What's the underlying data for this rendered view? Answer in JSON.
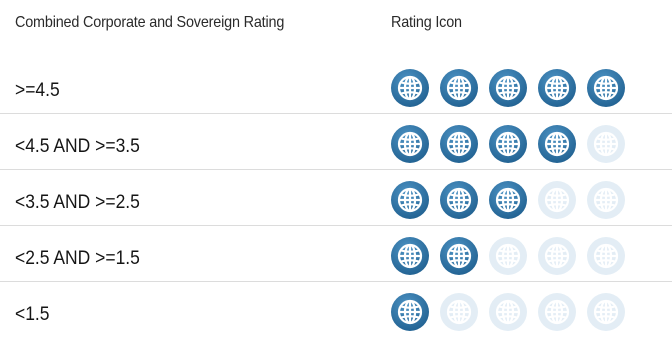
{
  "header": {
    "rating_col": "Combined Corporate and Sovereign Rating",
    "icon_col": "Rating Icon"
  },
  "rows": [
    {
      "label": ">=4.5",
      "filled": 5,
      "total": 5
    },
    {
      "label": "<4.5 AND >=3.5",
      "filled": 4,
      "total": 5
    },
    {
      "label": "<3.5 AND >=2.5",
      "filled": 3,
      "total": 5
    },
    {
      "label": "<2.5 AND >=1.5",
      "filled": 2,
      "total": 5
    },
    {
      "label": "<1.5",
      "filled": 1,
      "total": 5
    }
  ],
  "icon": "globe-icon",
  "colors": {
    "filled_dark": "#1f5f8f",
    "filled_light": "#4d93c4",
    "empty": "#e3edf5",
    "divider": "#dcdcdc"
  }
}
